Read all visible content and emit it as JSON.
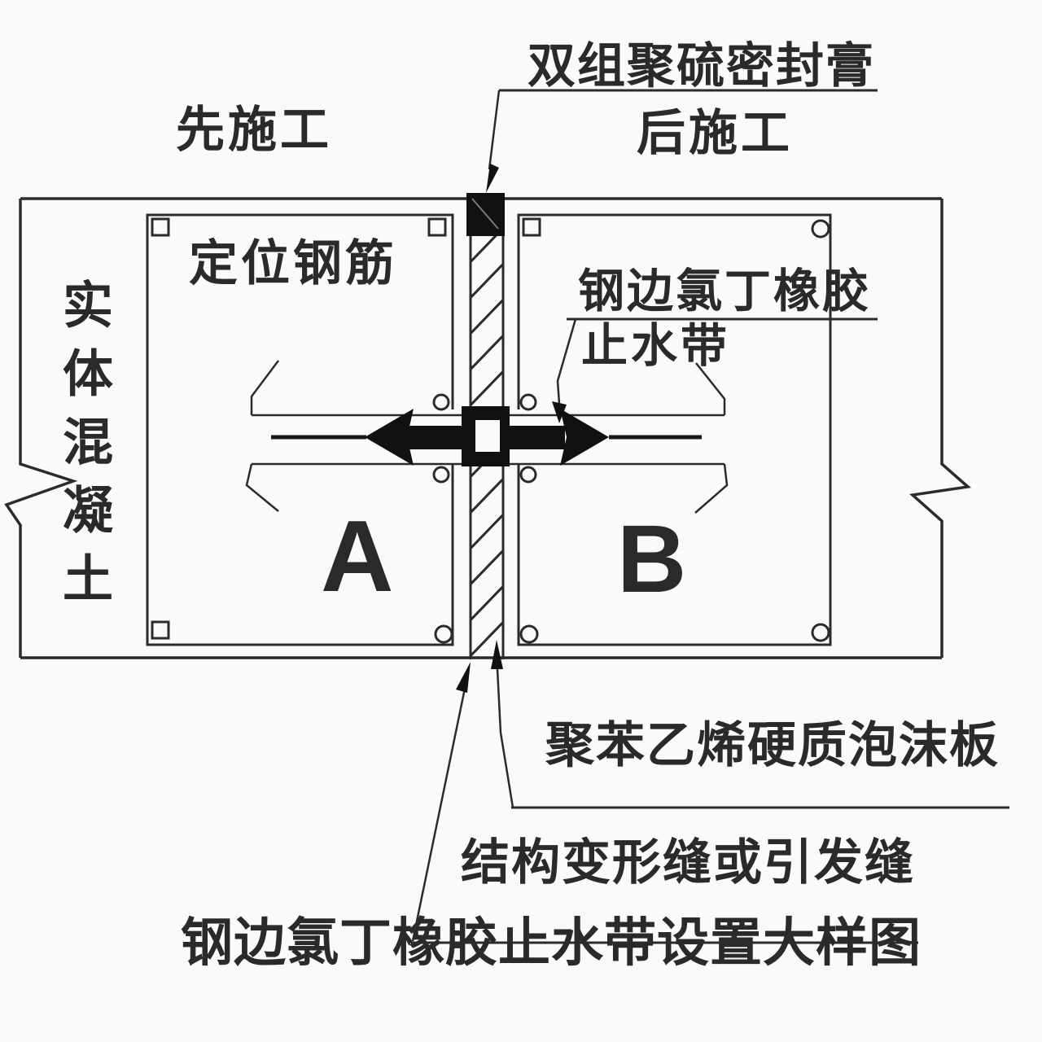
{
  "diagram": {
    "title": "钢边氯丁橡胶止水带设置大样图",
    "labels": {
      "sealant": "双组聚硫密封膏",
      "construct_first": "先施工",
      "construct_later": "后施工",
      "positioning_rebar": "定位钢筋",
      "waterstop_line1": "钢边氯丁橡胶",
      "waterstop_line2": "止水带",
      "solid_concrete": "实体混凝土",
      "foam_board": "聚苯乙烯硬质泡沫板",
      "deformation_joint": "结构变形缝或引发缝",
      "zone_a": "A",
      "zone_b": "B"
    },
    "colors": {
      "line": "#2b2b2b",
      "solid_black": "#111111",
      "background": "#fbfaf8",
      "text": "#2a2a2a"
    }
  }
}
